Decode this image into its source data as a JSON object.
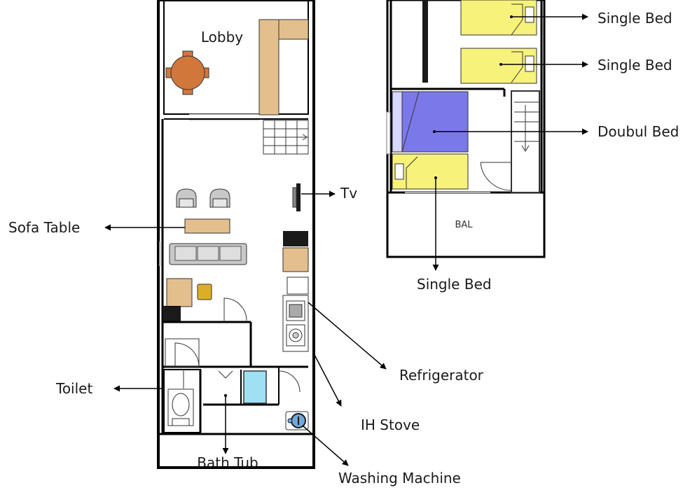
{
  "rooms": {
    "lobby": "Lobby",
    "bal": "BAL",
    "bath_tub": "Bath Tub"
  },
  "callouts": {
    "sofa_table": "Sofa Table",
    "tv": "Tv",
    "toilet": "Toilet",
    "refrigerator": "Refrigerator",
    "ih_stove": "IH Stove",
    "washing_machine": "Washing Machine",
    "single_bed_1": "Single Bed",
    "single_bed_2": "Single Bed",
    "double_bed": "Doubul Bed",
    "single_bed_3": "Single Bed"
  },
  "colors": {
    "wall": "#000000",
    "wood": "#e3bf8e",
    "dining_table": "#d2773b",
    "mustard": "#dcae28",
    "sofa": "#c8c8c8",
    "bed_yellow": "#f7f27a",
    "bed_blue": "#7b79ea",
    "tub": "#9fe0f3",
    "dark": "#1a1a1a"
  }
}
